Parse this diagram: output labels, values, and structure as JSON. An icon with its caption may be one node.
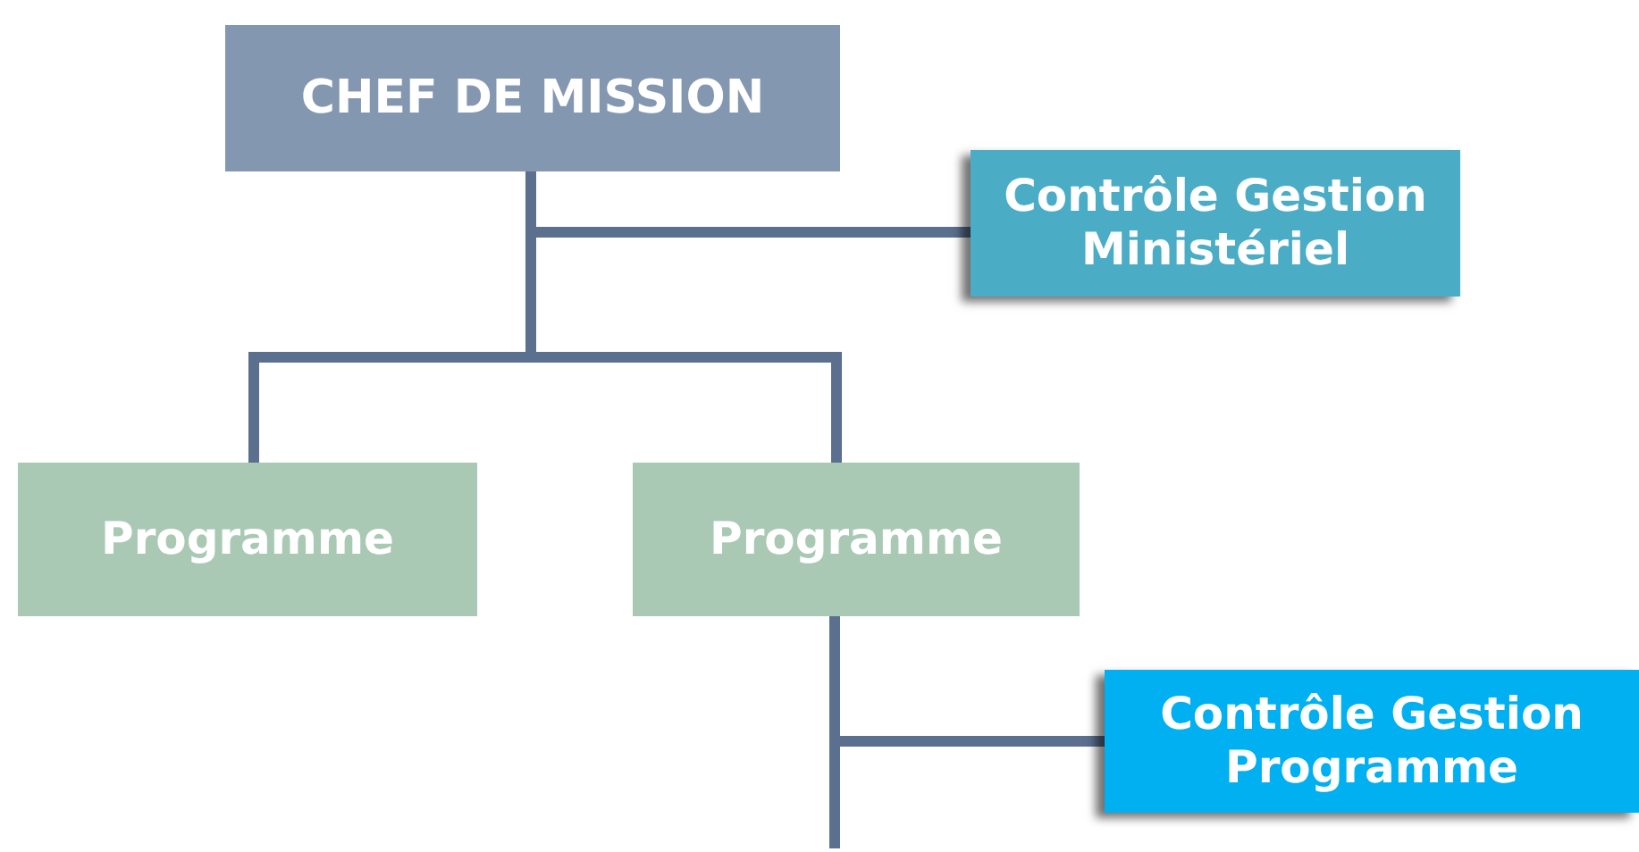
{
  "diagram": {
    "nodes": [
      {
        "text": [
          "CHEF DE MISSION"
        ]
      },
      {
        "text": [
          "Contrôle Gestion Ministériel"
        ]
      },
      {
        "text": [
          "Programme"
        ]
      },
      {
        "text": [
          "Programme"
        ]
      },
      {
        "text": [
          "Contrôle Gestion Programme"
        ]
      }
    ],
    "edges": [
      {
        "from": 0,
        "to": 1,
        "arrow": "none"
      },
      {
        "from": 0,
        "to": 2,
        "arrow": "none"
      },
      {
        "from": 0,
        "to": 3,
        "arrow": "none"
      },
      {
        "from": 3,
        "to": 4,
        "arrow": "none"
      },
      {
        "from": 3,
        "to": null,
        "arrow": "none"
      }
    ]
  }
}
